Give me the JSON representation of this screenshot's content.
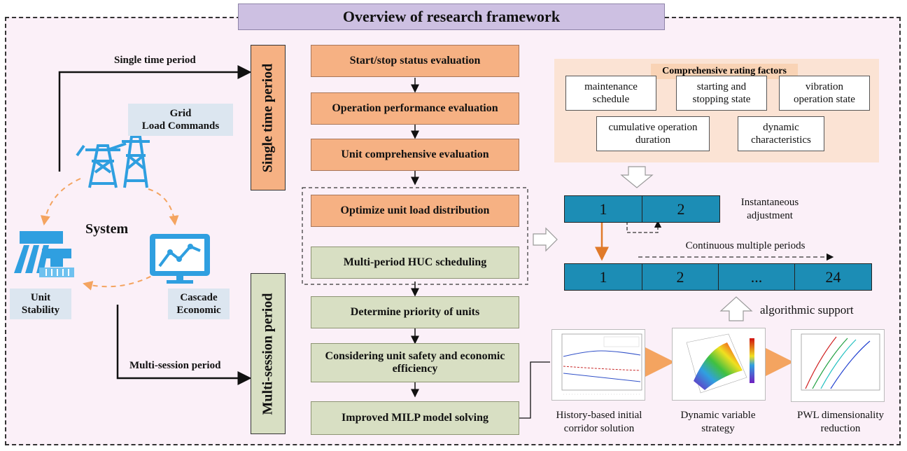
{
  "title": "Overview of research framework",
  "left": {
    "single_label": "Single time period",
    "multi_label": "Multi-session period",
    "system_label": "System",
    "grid_label": "Grid\nLoad Commands",
    "unit_label": "Unit\nStability",
    "cascade_label": "Cascade\nEconomic",
    "icons": [
      "transmission-tower-icon",
      "hydropower-dam-icon",
      "monitor-chart-icon"
    ]
  },
  "vertical": {
    "single": "Single time period",
    "multi": "Multi-session period"
  },
  "flow": {
    "s1": "Start/stop status evaluation",
    "s2": "Operation performance evaluation",
    "s3": "Unit comprehensive evaluation",
    "s4": "Optimize unit load distribution",
    "s5": "Multi-period HUC scheduling",
    "s6": "Determine priority of units",
    "s7": "Considering unit safety and economic efficiency",
    "s8": "Improved MILP model solving"
  },
  "rating": {
    "title": "Comprehensive rating factors",
    "f1": "maintenance\nschedule",
    "f2": "starting and\nstopping state",
    "f3": "vibration\noperation state",
    "f4": "cumulative operation\nduration",
    "f5": "dynamic\ncharacteristics"
  },
  "timeline": {
    "top_cells": [
      "1",
      "2"
    ],
    "bottom_cells": [
      "1",
      "2",
      "...",
      "24"
    ],
    "instant_label": "Instantaneous\nadjustment",
    "continuous_label": "Continuous multiple periods",
    "algo_label": "algorithmic support"
  },
  "methods": {
    "m1": "History-based initial\ncorridor solution",
    "m2": "Dynamic variable\nstrategy",
    "m3": "PWL dimensionality\nreduction"
  },
  "colors": {
    "orange": "#f6b183",
    "green": "#d8dfc3",
    "teal": "#1c8db5",
    "lavender": "#cdc0e2",
    "icon_blue": "#2f9fe0"
  }
}
